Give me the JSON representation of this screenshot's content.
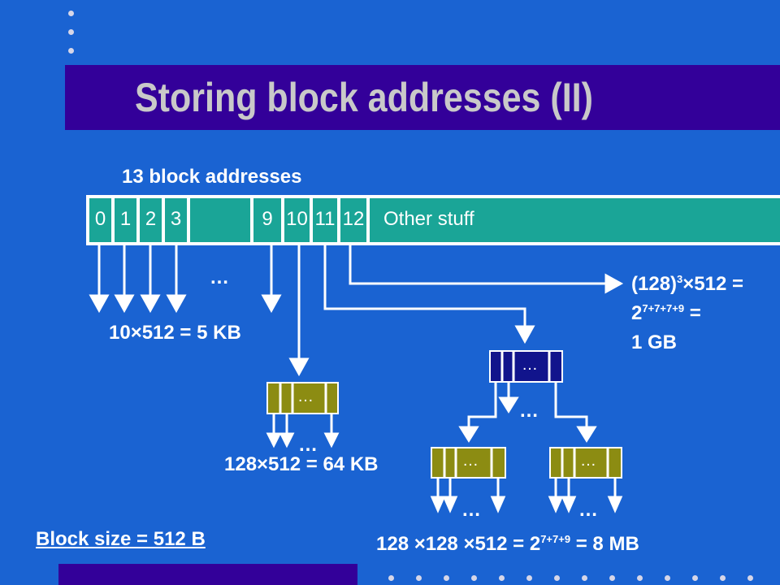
{
  "title": "Storing block addresses (II)",
  "header_label": "13 block addresses",
  "inode_cells": [
    "0",
    "1",
    "2",
    "3",
    "9",
    "10",
    "11",
    "12"
  ],
  "other_stuff": "Other stuff",
  "ellipsis": "…",
  "direct_eq": "10×512 = 5 KB",
  "single_eq": "128×512 = 64 KB",
  "double_eq": {
    "main": "128 ×128 ×512 = 2",
    "exp": "7+7+9",
    "tail": " = 8 MB"
  },
  "triple_eq": {
    "line1_main": "(128)",
    "line1_exp": "3",
    "line1_tail": "×512 =",
    "line2_main": "2",
    "line2_exp": "7+7+7+9",
    "line2_tail": " =",
    "line3": "1 GB"
  },
  "block_size": "Block size = 512 B",
  "colors": {
    "background": "#1a63d2",
    "title_bar": "#330099",
    "title_text": "#c9c9c9",
    "inode_strip": "#1aa597",
    "olive_block": "#8c8c12",
    "navy_block": "#11148c"
  }
}
